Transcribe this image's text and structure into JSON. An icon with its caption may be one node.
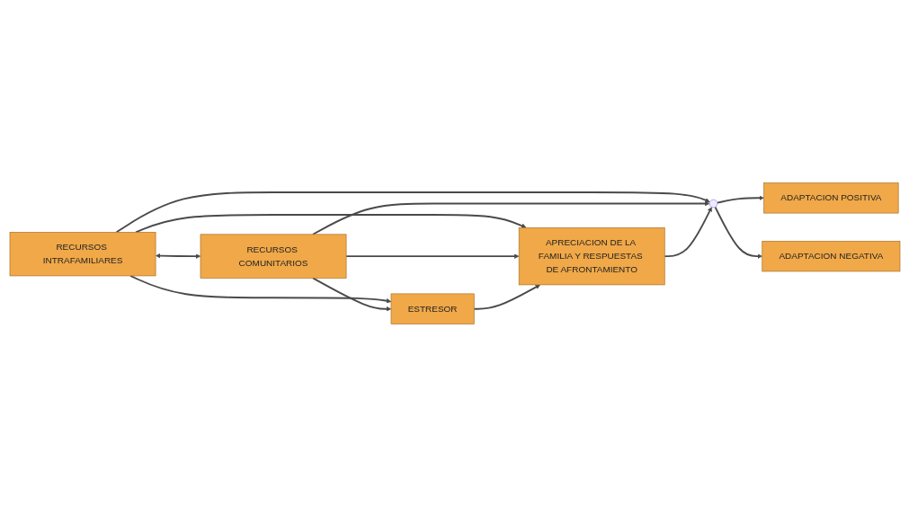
{
  "diagram": {
    "nodes": [
      {
        "text": [
          "RECURSOS INTRAFAMILIARES"
        ]
      },
      {
        "text": [
          "ADAPTACION POSITIVA"
        ]
      },
      {
        "text": [
          "ESTRESOR"
        ]
      },
      {
        "text": [
          "APRECIACION DE LA FAMILIA Y RESPUESTAS DE AFRONTAMIENTO"
        ]
      },
      {
        "text": [
          "RECURSOS COMUNITARIOS"
        ]
      },
      {
        "text": [
          "ADAPTACION NEGATIVA"
        ]
      },
      {
        "text": [],
        "shape": "point"
      }
    ],
    "edges": [
      {
        "from": 0,
        "to": 2,
        "arrow": "to"
      },
      {
        "from": 0,
        "to": 3,
        "arrow": "to"
      },
      {
        "from": 0,
        "to": 6,
        "arrow": "to"
      },
      {
        "from": 0,
        "to": 4,
        "arrow": "both"
      },
      {
        "from": 4,
        "to": 2,
        "arrow": "to"
      },
      {
        "from": 4,
        "to": 3,
        "arrow": "to"
      },
      {
        "from": 4,
        "to": 6,
        "arrow": "to"
      },
      {
        "from": 2,
        "to": 3,
        "arrow": "to"
      },
      {
        "from": 3,
        "to": 6,
        "arrow": "to"
      },
      {
        "from": 6,
        "to": 1,
        "arrow": "to"
      },
      {
        "from": 6,
        "to": 5,
        "arrow": "to"
      }
    ]
  }
}
